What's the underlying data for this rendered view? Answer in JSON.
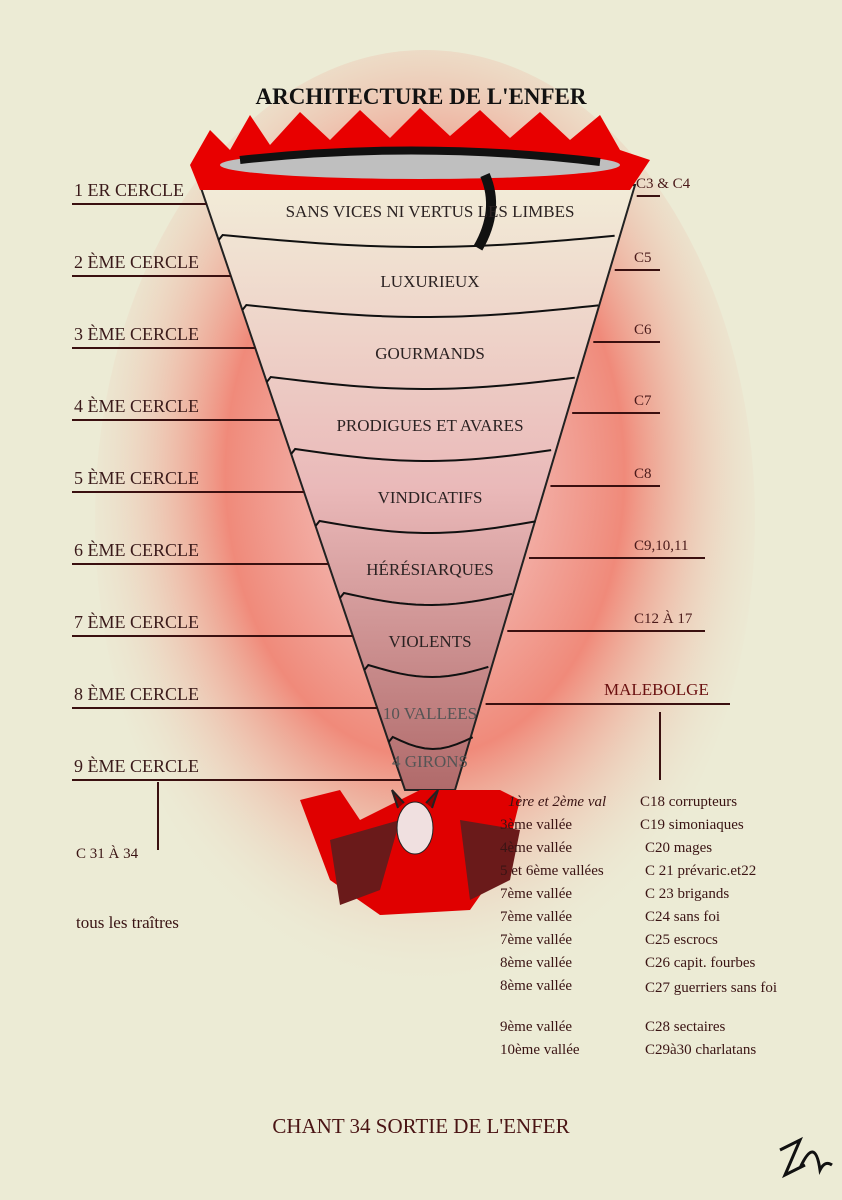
{
  "title": "ARCHITECTURE DE L'ENFER",
  "left_circles": [
    "1 ER CERCLE",
    "2 ÈME CERCLE",
    "3 ÈME CERCLE",
    "4 ÈME CERCLE",
    "5 ÈME CERCLE",
    "6 ÈME CERCLE",
    "7 ÈME CERCLE",
    "8 ÈME CERCLE",
    "9 ÈME CERCLE"
  ],
  "bands": [
    "SANS VICES  NI VERTUS  LES LIMBES",
    "LUXURIEUX",
    "GOURMANDS",
    "PRODIGUES ET AVARES",
    "VINDICATIFS",
    "HÉRÉSIARQUES",
    "VIOLENTS",
    "10 VALLEES",
    "4 GIRONS"
  ],
  "right_cantos": [
    "C3 & C4",
    "C5",
    "C6",
    "C7",
    "C8",
    "C9,10,11",
    "C12 À 17",
    "MALEBOLGE"
  ],
  "ninth": {
    "canto": "C 31 À 34",
    "sinners": "tous les traîtres"
  },
  "valleys": [
    {
      "valley": "1ère et 2ème val",
      "canto": "C18 corrupteurs"
    },
    {
      "valley": "3ème vallée",
      "canto": "C19 simoniaques"
    },
    {
      "valley": "4ème vallée",
      "canto": "C20 mages"
    },
    {
      "valley": "5 et 6ème vallées",
      "canto": "C 21 prévaric.et22"
    },
    {
      "valley": "7ème vallée",
      "canto": "C 23 brigands"
    },
    {
      "valley": "7ème vallée",
      "canto": "C24 sans foi"
    },
    {
      "valley": "7ème vallée",
      "canto": "C25 escrocs"
    },
    {
      "valley": "8ème vallée",
      "canto": "C26 capit. fourbes"
    },
    {
      "valley": "8ème vallée",
      "canto": "C27 guerriers sans foi"
    },
    {
      "valley": "9ème vallée",
      "canto": "C28 sectaires"
    },
    {
      "valley": "10ème vallée",
      "canto": "C29à30 charlatans"
    }
  ],
  "footer": "CHANT 34  SORTIE DE L'ENFER",
  "signature": "ZA",
  "colors": {
    "fire": "#e80000",
    "glow": "#f07a6a",
    "ink": "#3a1414",
    "paper": "#ecebd5"
  }
}
